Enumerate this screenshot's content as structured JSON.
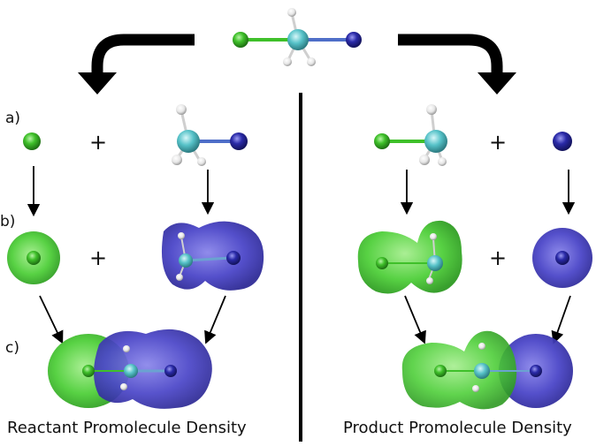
{
  "row_labels": [
    "a)",
    "b)",
    "c)"
  ],
  "operators": {
    "plus": "+"
  },
  "captions": {
    "left": "Reactant Promolecule Density",
    "right": "Product Promolecule Density"
  },
  "colors": {
    "chlorine": "#3fc02a",
    "carbon": "#56c2c8",
    "hydrogen": "#f2f2f2",
    "nitrogen": "#2a2aa8",
    "green_density": "#4fcf3a",
    "blue_density": "#4b46c8",
    "arrow": "#000000"
  }
}
